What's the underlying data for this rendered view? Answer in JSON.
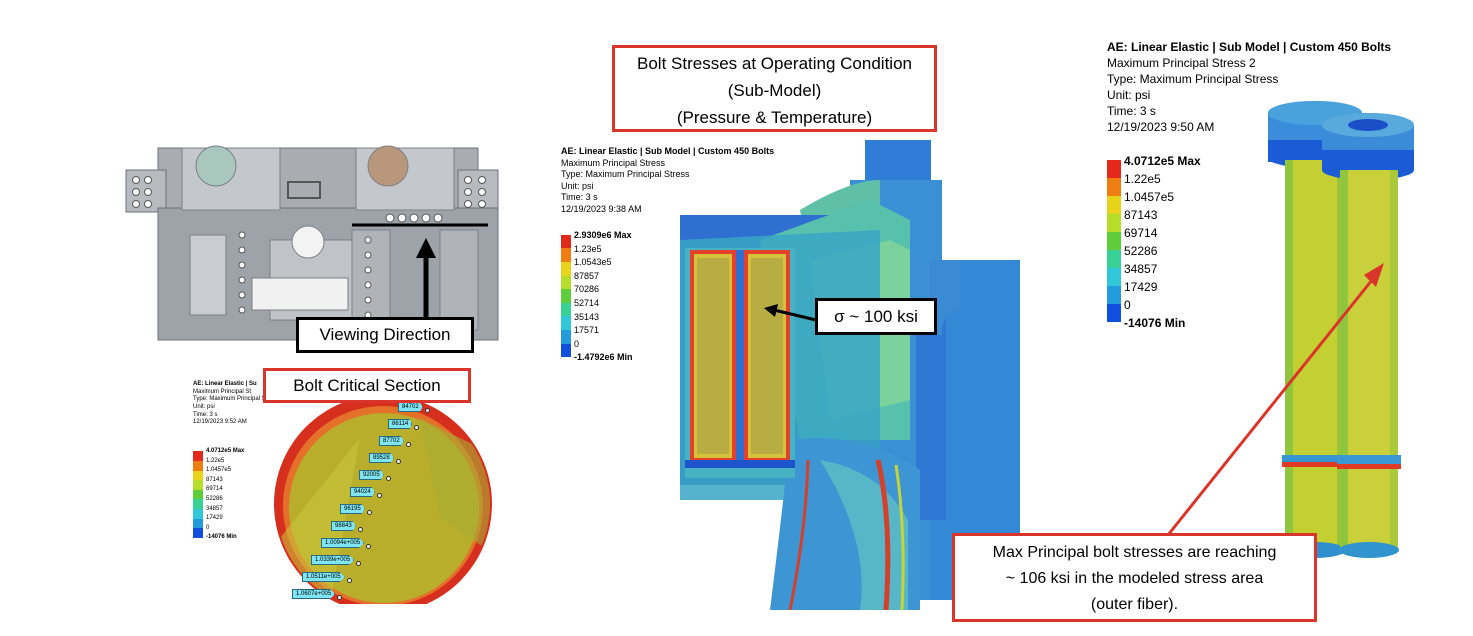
{
  "callouts": {
    "bolt_stresses_title": [
      "Bolt Stresses at Operating Condition",
      "(Sub-Model)",
      "(Pressure & Temperature)"
    ],
    "viewing_direction": "Viewing Direction",
    "bolt_critical_section": "Bolt Critical Section",
    "sigma_label": "σ ~ 100 ksi",
    "max_principal_note": [
      "Max Principal bolt stresses are reaching",
      "~ 106 ksi in the modeled stress area",
      "(outer fiber)."
    ]
  },
  "panels": {
    "section": {
      "header": [
        "AE: Linear Elastic | Su",
        "Maximum Principal St",
        "Type: Maximum Principal Stress",
        "Unit: psi",
        "Time: 3 s",
        "12/19/2023 9:52 AM"
      ],
      "legend": [
        "4.0712e5 Max",
        "1.22e5",
        "1.0457e5",
        "87143",
        "69714",
        "52286",
        "34857",
        "17429",
        "0",
        "-14076 Min"
      ],
      "probes": [
        "84702",
        "86114",
        "87702",
        "89528",
        "92005",
        "94024",
        "96195",
        "98843",
        "1.0094e+005",
        "1.0339e+005",
        "1.0511e+005",
        "1.0607e+005"
      ]
    },
    "middle": {
      "header": [
        "AE: Linear Elastic | Sub Model | Custom 450 Bolts",
        "Maximum Principal Stress",
        "Type: Maximum Principal Stress",
        "Unit: psi",
        "Time: 3 s",
        "12/19/2023 9:38 AM"
      ],
      "legend": [
        "2.9309e6 Max",
        "1.23e5",
        "1.0543e5",
        "87857",
        "70286",
        "52714",
        "35143",
        "17571",
        "0",
        "-1.4792e6 Min"
      ]
    },
    "right": {
      "header": [
        "AE: Linear Elastic | Sub Model | Custom 450 Bolts",
        "Maximum Principal Stress 2",
        "Type: Maximum Principal Stress",
        "Unit: psi",
        "Time: 3 s",
        "12/19/2023 9:50 AM"
      ],
      "legend": [
        "4.0712e5 Max",
        "1.22e5",
        "1.0457e5",
        "87143",
        "69714",
        "52286",
        "34857",
        "17429",
        "0",
        "-14076 Min"
      ]
    }
  },
  "legend_colors": [
    "#e3281c",
    "#ef7d12",
    "#e6d31a",
    "#b6dd2a",
    "#5fcd3a",
    "#3ad197",
    "#30c8d9",
    "#239bdc",
    "#1150df"
  ]
}
